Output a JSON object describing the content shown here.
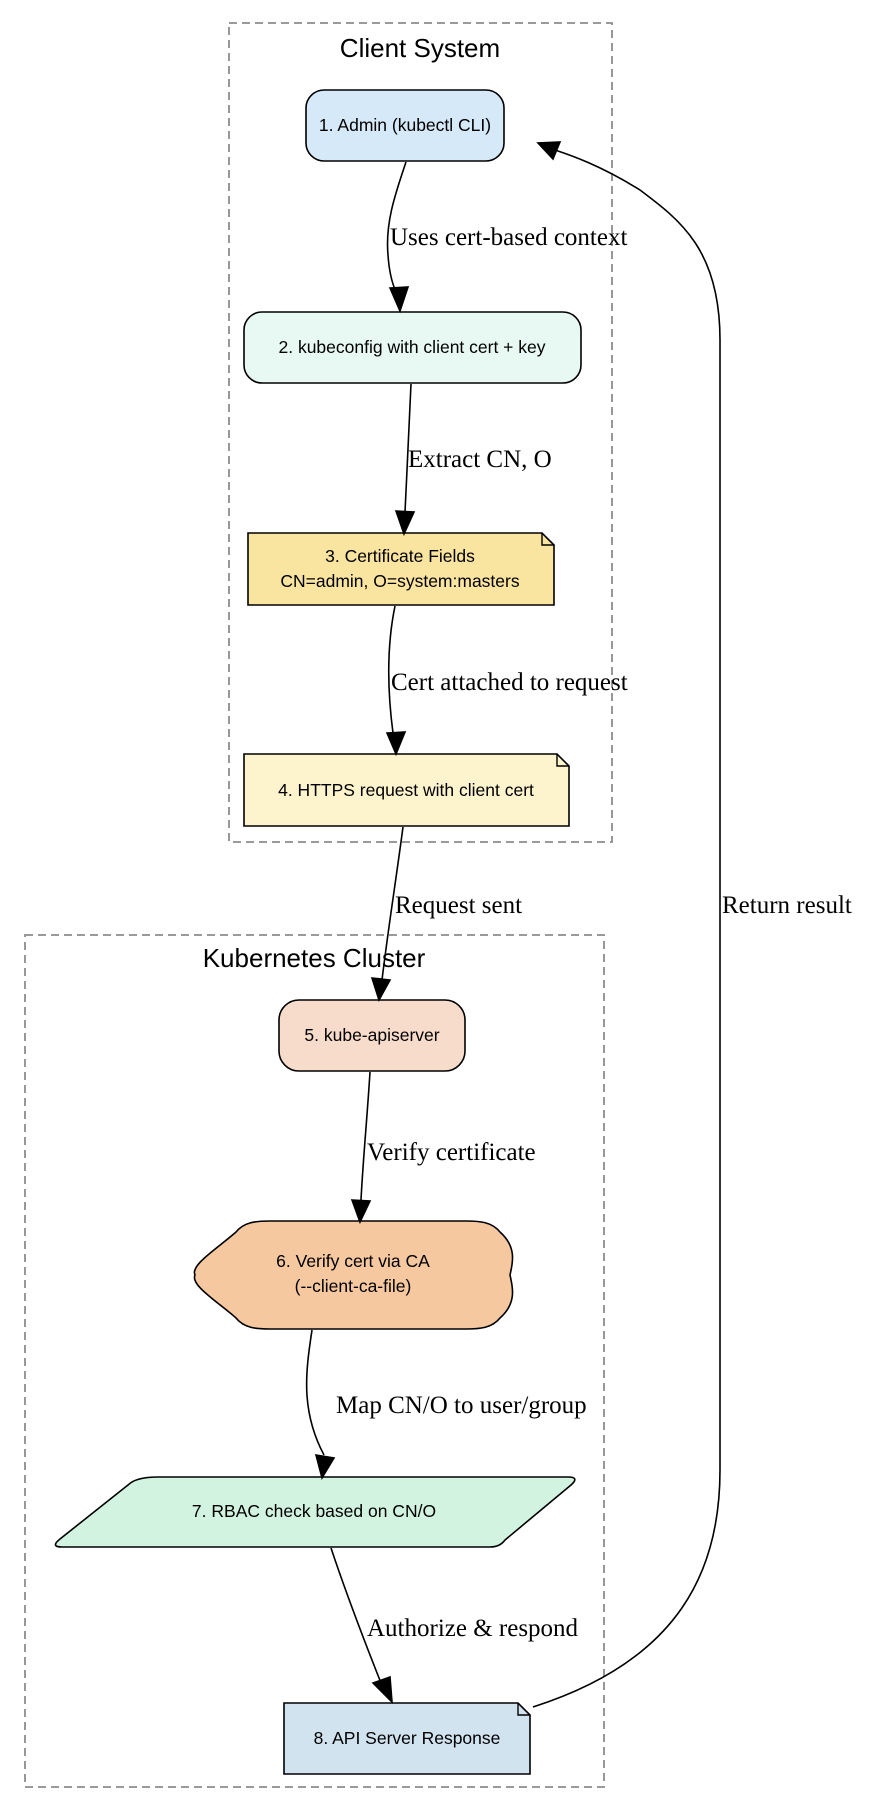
{
  "clusters": {
    "client": {
      "label": "Client System"
    },
    "k8s": {
      "label": "Kubernetes Cluster"
    }
  },
  "nodes": {
    "n1": {
      "line1": "1. Admin (kubectl CLI)",
      "fill": "#d6e9f8"
    },
    "n2": {
      "line1": "2. kubeconfig with client cert + key",
      "fill": "#e8f8f3"
    },
    "n3": {
      "line1": "3. Certificate Fields",
      "line2": "CN=admin, O=system:masters",
      "fill": "#f9e4a0"
    },
    "n4": {
      "line1": "4. HTTPS request with client cert",
      "fill": "#fdf3cc"
    },
    "n5": {
      "line1": "5. kube-apiserver",
      "fill": "#f8dccb"
    },
    "n6": {
      "line1": "6. Verify cert via CA",
      "line2": "(--client-ca-file)",
      "fill": "#f5c8a0"
    },
    "n7": {
      "line1": "7. RBAC check based on CN/O",
      "fill": "#d3f3e1"
    },
    "n8": {
      "line1": "8. API Server Response",
      "fill": "#d2e3f0"
    }
  },
  "edges": {
    "e1": {
      "label": "Uses cert-based context"
    },
    "e2": {
      "label": "Extract CN, O"
    },
    "e3": {
      "label": "Cert attached to request"
    },
    "e4": {
      "label": "Request sent"
    },
    "e5": {
      "label": "Verify certificate"
    },
    "e6": {
      "label": "Map CN/O to user/group"
    },
    "e7": {
      "label": "Authorize & respond"
    },
    "e8": {
      "label": "Return result"
    }
  }
}
